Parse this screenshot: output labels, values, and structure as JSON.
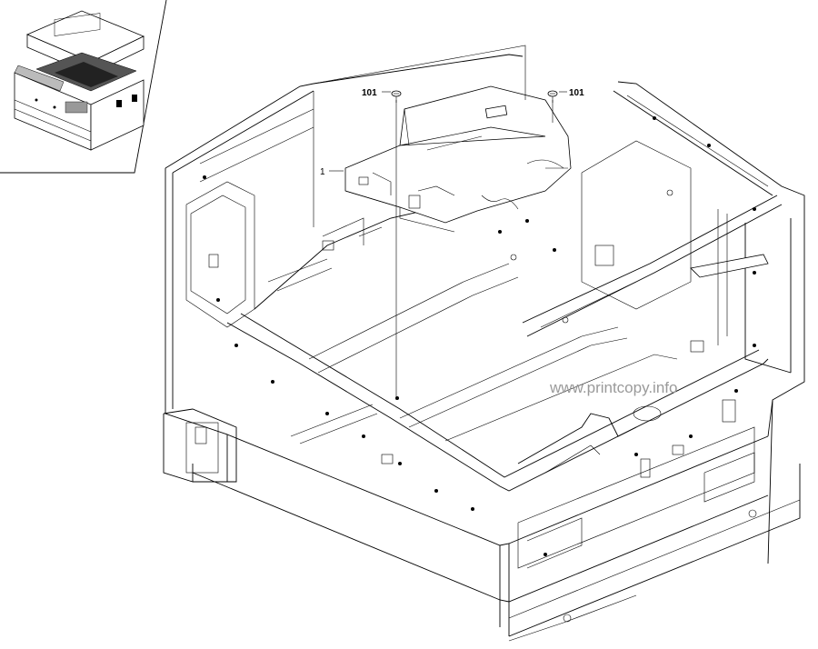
{
  "callouts": {
    "screw_left": "101",
    "screw_right": "101",
    "part_main": "1"
  },
  "watermark": "www.printcopy.info",
  "colors": {
    "line": "#000000",
    "background": "#ffffff",
    "watermark": "#9a9a9a"
  }
}
